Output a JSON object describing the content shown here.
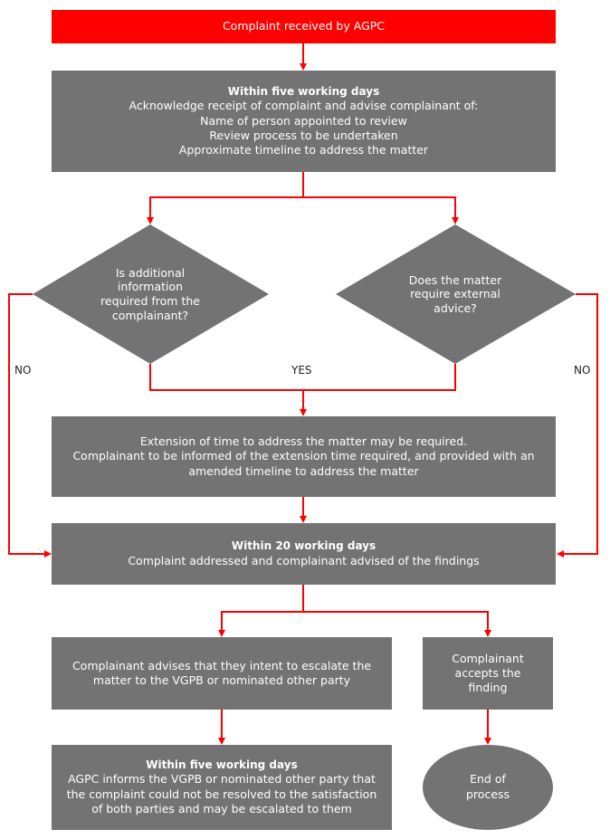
{
  "start": {
    "text": "Complaint received by AGPC"
  },
  "acknowledge": {
    "heading": "Within five working days",
    "lines": [
      "Acknowledge receipt of complaint and advise complainant of:",
      "Name of person appointed to review",
      "Review process to be undertaken",
      "Approximate timeline to address the matter"
    ]
  },
  "decision_info": {
    "lines": [
      "Is additional",
      "information",
      "required from the",
      "complainant?"
    ]
  },
  "decision_advice": {
    "lines": [
      "Does the matter",
      "require external",
      "advice?"
    ]
  },
  "labels": {
    "no_left": "NO",
    "yes": "YES",
    "no_right": "NO"
  },
  "extension": {
    "lines": [
      "Extension of time to address the matter may be required.",
      "Complainant to be informed of the  extension time required, and provided with an",
      "amended timeline to address the matter"
    ]
  },
  "addressed": {
    "heading": "Within 20 working days",
    "lines": [
      "Complaint addressed and complainant advised of the findings"
    ]
  },
  "escalate": {
    "lines": [
      "Complainant advises that they intent to escalate the",
      "matter to the VGPB or nominated other party"
    ]
  },
  "accepts": {
    "lines": [
      "Complainant",
      "accepts the",
      "finding"
    ]
  },
  "informs": {
    "heading": "Within five working days",
    "lines": [
      "AGPC informs the VGPB or nominated other party that",
      "the complaint could not be resolved to the satisfaction",
      "of both parties and may be escalated to them"
    ]
  },
  "end": {
    "lines": [
      "End of",
      "process"
    ]
  },
  "colors": {
    "red": "#ff0000",
    "grey": "#737373",
    "line": "#ff0000"
  }
}
